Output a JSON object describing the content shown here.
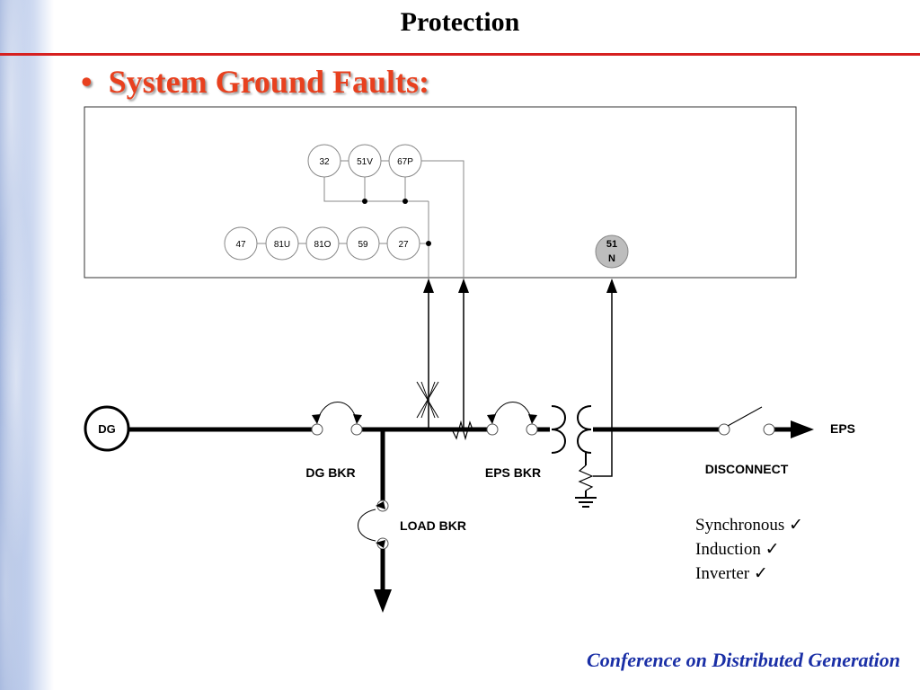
{
  "slide": {
    "title": "Protection",
    "bullet_marker": "•",
    "bullet": "System Ground Faults:",
    "footer": "Conference on Distributed Generation"
  },
  "relays": {
    "r32": "32",
    "r51v": "51V",
    "r67p": "67P",
    "r47": "47",
    "r81u": "81U",
    "r81o": "81O",
    "r59": "59",
    "r27": "27",
    "r51n_line1": "51",
    "r51n_line2": "N"
  },
  "labels": {
    "dg": "DG",
    "eps": "EPS",
    "dg_bkr": "DG BKR",
    "eps_bkr": "EPS BKR",
    "disconnect": "DISCONNECT",
    "load_bkr": "LOAD BKR"
  },
  "checklist": {
    "item1": "Synchronous",
    "item2": "Induction",
    "item3": "Inverter",
    "check": "✓"
  },
  "colors": {
    "title_rule": "#d62020",
    "bullet_text": "#e8401e",
    "footer_text": "#1a2fa6",
    "relay_51n_fill": "#bdbdbd"
  }
}
